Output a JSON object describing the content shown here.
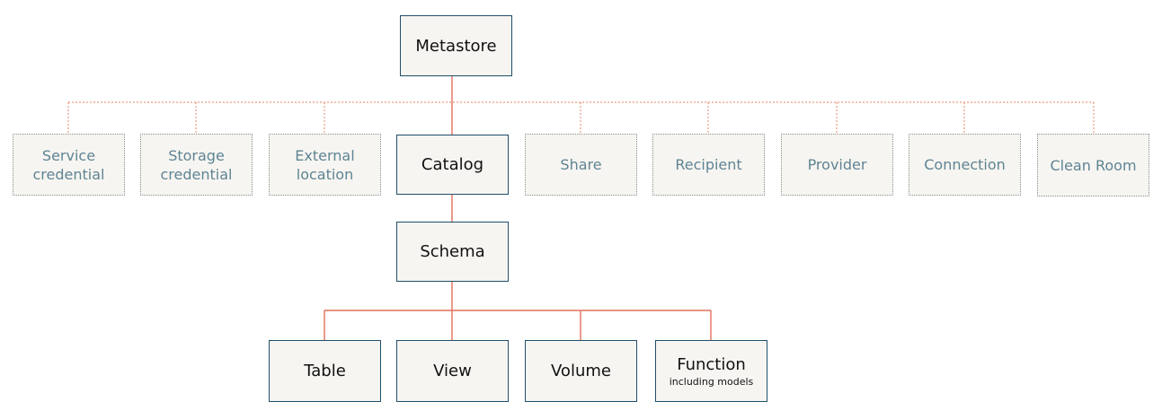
{
  "root": {
    "label": "Metastore"
  },
  "securables": [
    {
      "id": "service-credential",
      "label": "Service\ncredential"
    },
    {
      "id": "storage-credential",
      "label": "Storage\ncredential"
    },
    {
      "id": "external-location",
      "label": "External\nlocation"
    },
    {
      "id": "share",
      "label": "Share"
    },
    {
      "id": "recipient",
      "label": "Recipient"
    },
    {
      "id": "provider",
      "label": "Provider"
    },
    {
      "id": "connection",
      "label": "Connection"
    },
    {
      "id": "clean-room",
      "label": "Clean Room"
    }
  ],
  "catalog": {
    "label": "Catalog"
  },
  "schema": {
    "label": "Schema"
  },
  "leaves": {
    "table": {
      "label": "Table"
    },
    "view": {
      "label": "View"
    },
    "volume": {
      "label": "Volume"
    },
    "function": {
      "label": "Function",
      "sublabel": "including models"
    }
  },
  "colors": {
    "solid_line": "#e0705a",
    "dotted_line": "#ee9a80",
    "solid_border": "#1f4e6b",
    "dotted_border": "#8a8f8f",
    "muted_text": "#5e8494",
    "box_fill": "#f7f5f1"
  }
}
